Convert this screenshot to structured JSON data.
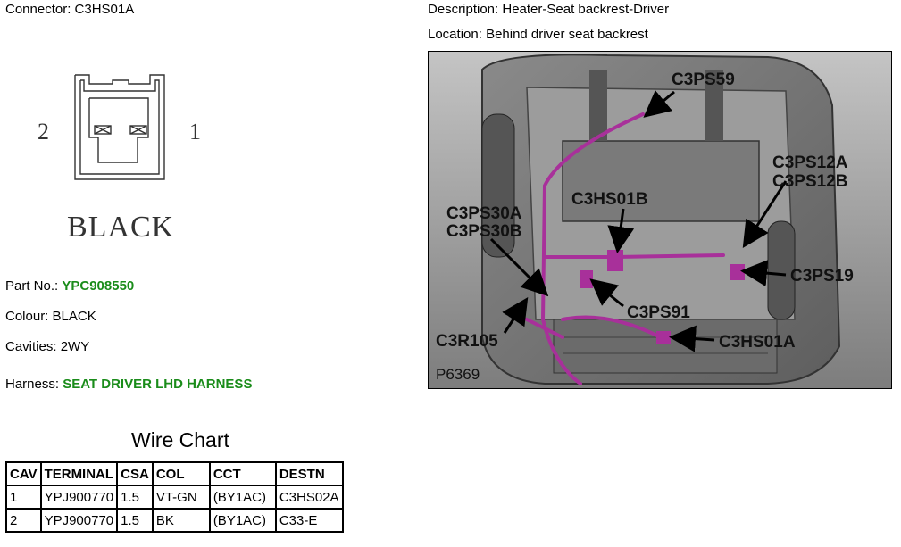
{
  "connector": {
    "label": "Connector:",
    "value": "C3HS01A"
  },
  "description": {
    "label": "Description:",
    "value": "Heater-Seat backrest-Driver"
  },
  "location": {
    "label": "Location:",
    "value": "Behind driver seat backrest"
  },
  "pin_left": "2",
  "pin_right": "1",
  "connector_color_caption": "BLACK",
  "part_no": {
    "label": "Part No.:",
    "value": "YPC908550"
  },
  "colour": {
    "label": "Colour:",
    "value": "BLACK"
  },
  "cavities": {
    "label": "Cavities:",
    "value": "2WY"
  },
  "harness": {
    "label": "Harness:",
    "value": "SEAT DRIVER LHD HARNESS"
  },
  "wire_chart": {
    "title": "Wire Chart",
    "headers": [
      "CAV",
      "TERMINAL",
      "CSA",
      "COL",
      "CCT",
      "DESTN"
    ],
    "rows": [
      [
        "1",
        "YPJ900770",
        "1.5",
        "VT-GN",
        "(BY1AC)",
        "C3HS02A"
      ],
      [
        "2",
        "YPJ900770",
        "1.5",
        "BK",
        "(BY1AC)",
        "C33-E"
      ]
    ]
  },
  "photo": {
    "id": "P6369",
    "harness_color": "#a8309a",
    "callouts": {
      "c3ps59": "C3PS59",
      "c3ps12a": "C3PS12A",
      "c3ps12b": "C3PS12B",
      "c3hs01b": "C3HS01B",
      "c3ps30a": "C3PS30A",
      "c3ps30b": "C3PS30B",
      "c3ps19": "C3PS19",
      "c3ps91": "C3PS91",
      "c3r105": "C3R105",
      "c3hs01a": "C3HS01A"
    }
  }
}
